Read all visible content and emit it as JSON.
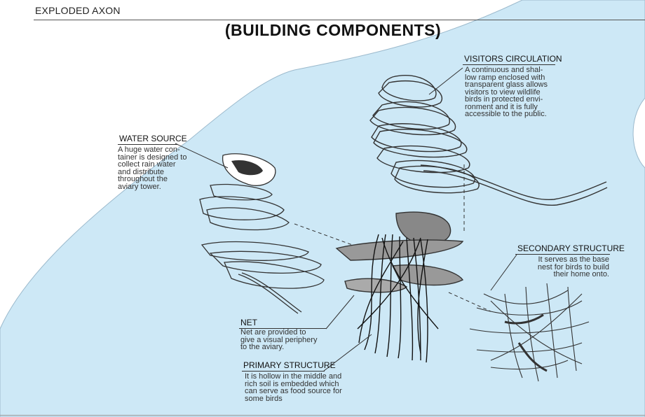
{
  "header": {
    "section": "EXPLODED AXON"
  },
  "title": "(BUILDING COMPONENTS)",
  "components": {
    "visitors": {
      "label": "VISITORS CIRCULATION",
      "lines": [
        "A continuous and shal-",
        "low ramp enclosed with",
        "transparent glass allows",
        "visitors to view wildlife",
        "birds in protected envi-",
        "ronment and it is fully",
        "accessible to the public."
      ]
    },
    "water": {
      "label": "WATER SOURCE",
      "lines": [
        "A huge water con-",
        "tainer is designed to",
        "collect rain water",
        "and distribute",
        "throughout the",
        "aviary tower."
      ]
    },
    "secondary": {
      "label": "SECONDARY STRUCTURE",
      "lines": [
        "It serves as the base",
        "nest for birds to build",
        "their home onto."
      ]
    },
    "net": {
      "label": "NET",
      "lines": [
        "Net are provided to",
        "give a visual periphery",
        "to the aviary."
      ]
    },
    "primary": {
      "label": "PRIMARY STRUCTURE",
      "lines": [
        "It is hollow in the middle and",
        "rich soil is embedded which",
        "can serve as food source for",
        "some birds"
      ]
    }
  },
  "colors": {
    "background_blob": "#cde8f6",
    "ink": "#222222"
  }
}
